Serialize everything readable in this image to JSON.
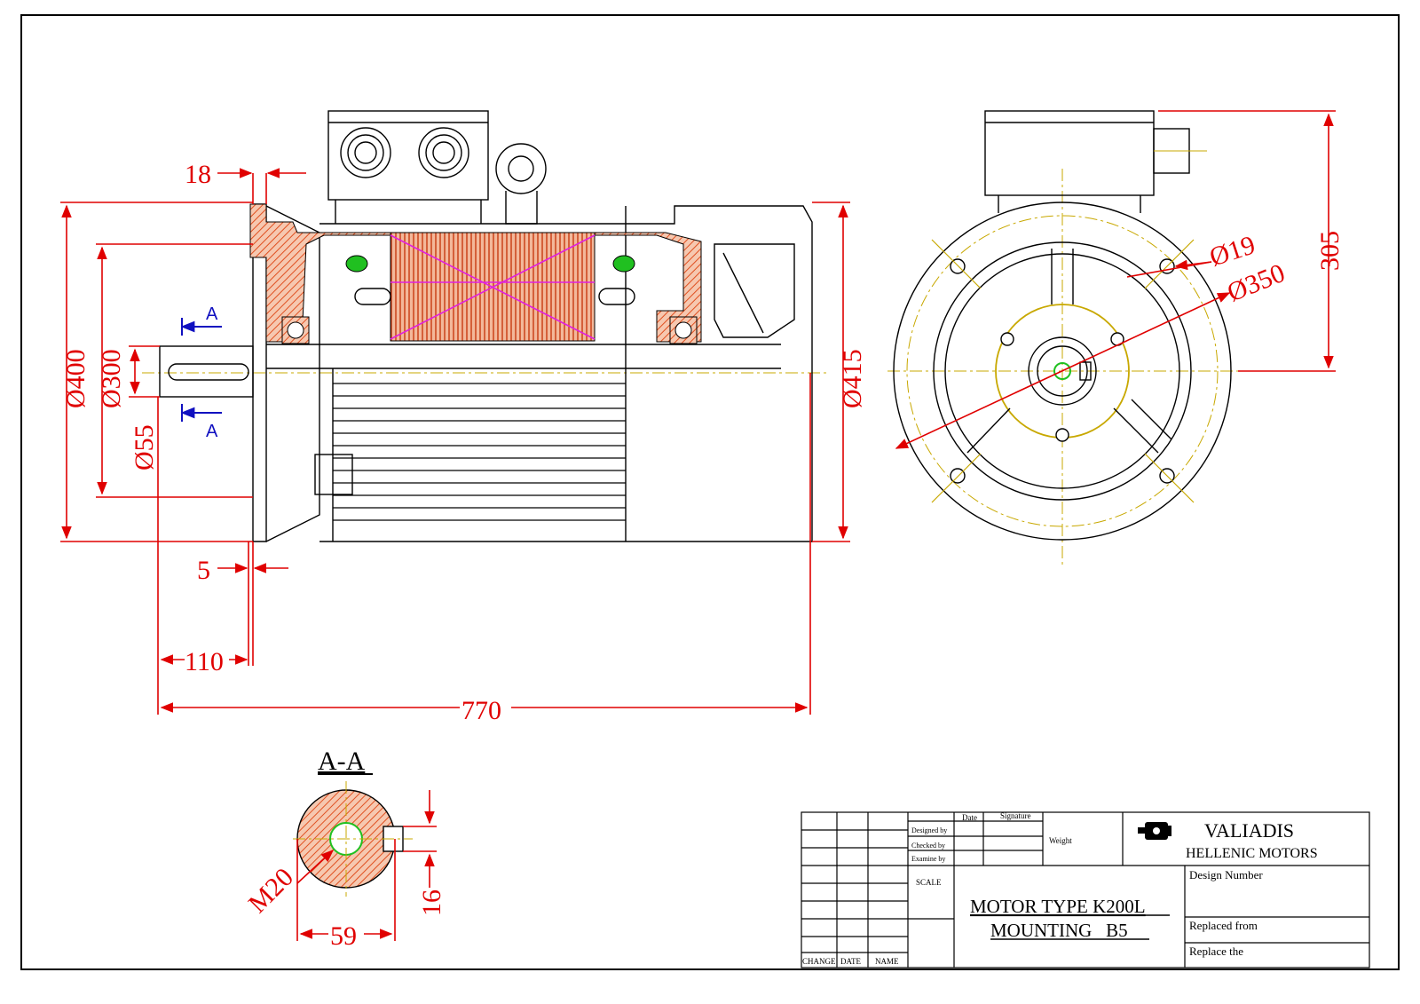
{
  "dimensions": {
    "flange_thickness": "18",
    "flange_dia": "Ø400",
    "spigot_dia": "Ø300",
    "shaft_dia": "Ø55",
    "spigot_depth": "5",
    "shaft_length": "110",
    "total_length": "770",
    "body_dia": "Ø415",
    "bolt_hole_dia": "Ø19",
    "pcd_dia": "Ø350",
    "terminal_height": "305",
    "thread": "M20",
    "shaft_section_height": "59",
    "key_width": "16"
  },
  "section": {
    "marker": "A",
    "title": "A-A"
  },
  "title_block": {
    "date_label": "Date",
    "signature_label": "Signature",
    "designed_by": "Designed by",
    "checked_by": "Checked by",
    "examined_by": "Examine by",
    "weight_label": "Weight",
    "scale_label": "SCALE",
    "company_line1": "VALIADIS",
    "company_line2": "HELLENIC MOTORS",
    "design_number_label": "Design Number",
    "replaced_from_label": "Replaced from",
    "replace_the_label": "Replace the",
    "title_line1": "MOTOR TYPE K200L",
    "title_line2": "MOUNTING   B5",
    "col_change": "CHANGE",
    "col_date": "DATE",
    "col_name": "NAME"
  },
  "colors": {
    "dimension": "#e00000",
    "centerline": "#c8a800",
    "section_hatch": "#e05020",
    "winding": "#e020e0",
    "marker": "#1010c0",
    "bearing": "#20c020"
  }
}
